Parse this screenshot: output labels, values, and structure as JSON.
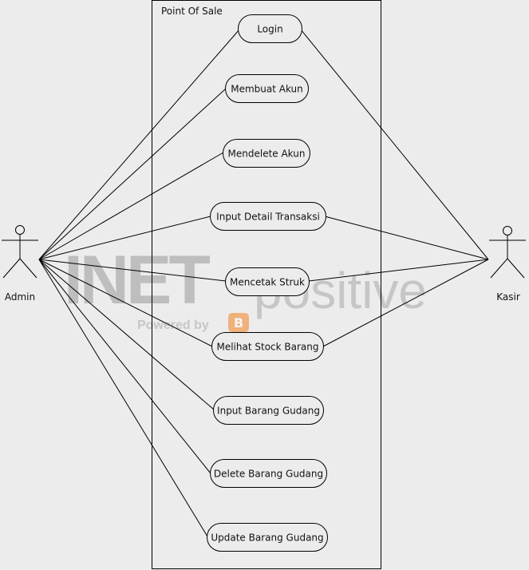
{
  "system": {
    "name": "Point Of Sale"
  },
  "actors": [
    {
      "id": "admin",
      "label": "Admin"
    },
    {
      "id": "kasir",
      "label": "Kasir"
    }
  ],
  "use_cases": [
    {
      "id": "login",
      "label": "Login"
    },
    {
      "id": "membuat-akun",
      "label": "Membuat Akun"
    },
    {
      "id": "mendelete-akun",
      "label": "Mendelete Akun"
    },
    {
      "id": "input-detail-transaksi",
      "label": "Input Detail Transaksi"
    },
    {
      "id": "mencetak-struk",
      "label": "Mencetak Struk"
    },
    {
      "id": "melihat-stock-barang",
      "label": "Melihat Stock Barang"
    },
    {
      "id": "input-barang-gudang",
      "label": "Input Barang Gudang"
    },
    {
      "id": "delete-barang-gudang",
      "label": "Delete Barang Gudang"
    },
    {
      "id": "update-barang-gudang",
      "label": "Update Barang Gudang"
    }
  ],
  "associations": {
    "admin": [
      "login",
      "membuat-akun",
      "mendelete-akun",
      "input-detail-transaksi",
      "mencetak-struk",
      "melihat-stock-barang",
      "input-barang-gudang",
      "delete-barang-gudang",
      "update-barang-gudang"
    ],
    "kasir": [
      "login",
      "input-detail-transaksi",
      "mencetak-struk",
      "melihat-stock-barang"
    ]
  },
  "watermark": {
    "brand": "INET",
    "suffix": "positive",
    "powered": "Powered by"
  },
  "colors": {
    "background": "#ececec",
    "stroke": "#000000",
    "watermark": "#9a9a9a",
    "blogger_orange": "#f58220"
  }
}
